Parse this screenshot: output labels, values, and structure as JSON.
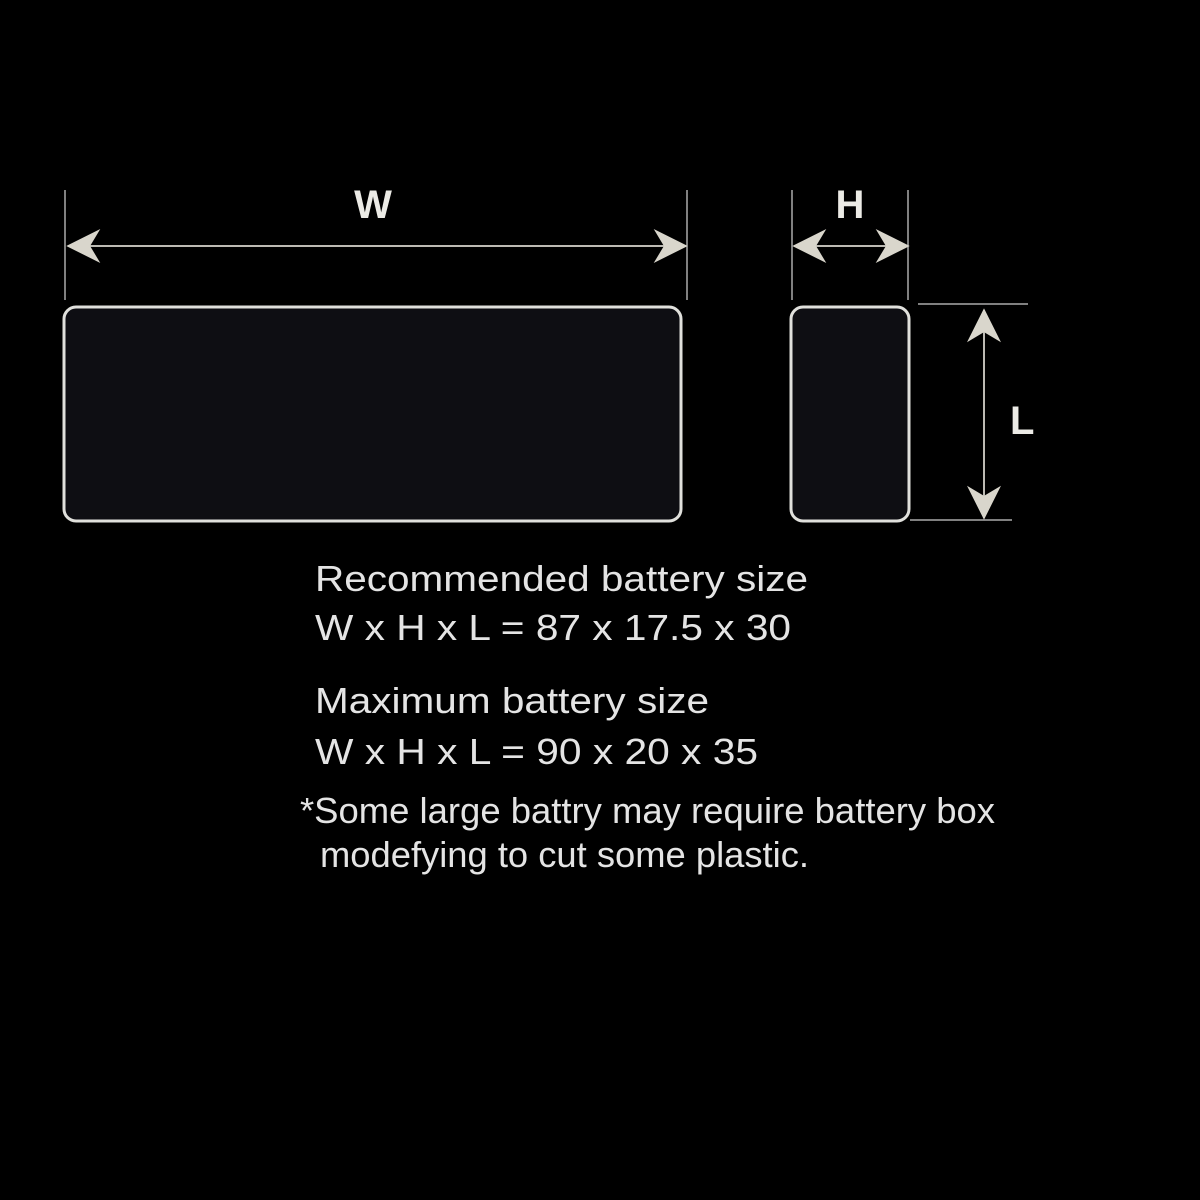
{
  "diagram": {
    "labels": {
      "width": "W",
      "height": "H",
      "length": "L"
    },
    "recommended": {
      "title": "Recommended battery size",
      "dims": "W x H x L = 87 x 17.5 x 30"
    },
    "maximum": {
      "title": "Maximum battery size",
      "dims": "W x H x L = 90 x 20 x 35"
    },
    "note": {
      "line1": "*Some large battry may require battery box",
      "line2": "modefying to cut some plastic."
    },
    "colors": {
      "background": "#000000",
      "outline": "#e0e0dc",
      "fill": "#0e0e13",
      "arrow": "#d9d6cc"
    }
  }
}
